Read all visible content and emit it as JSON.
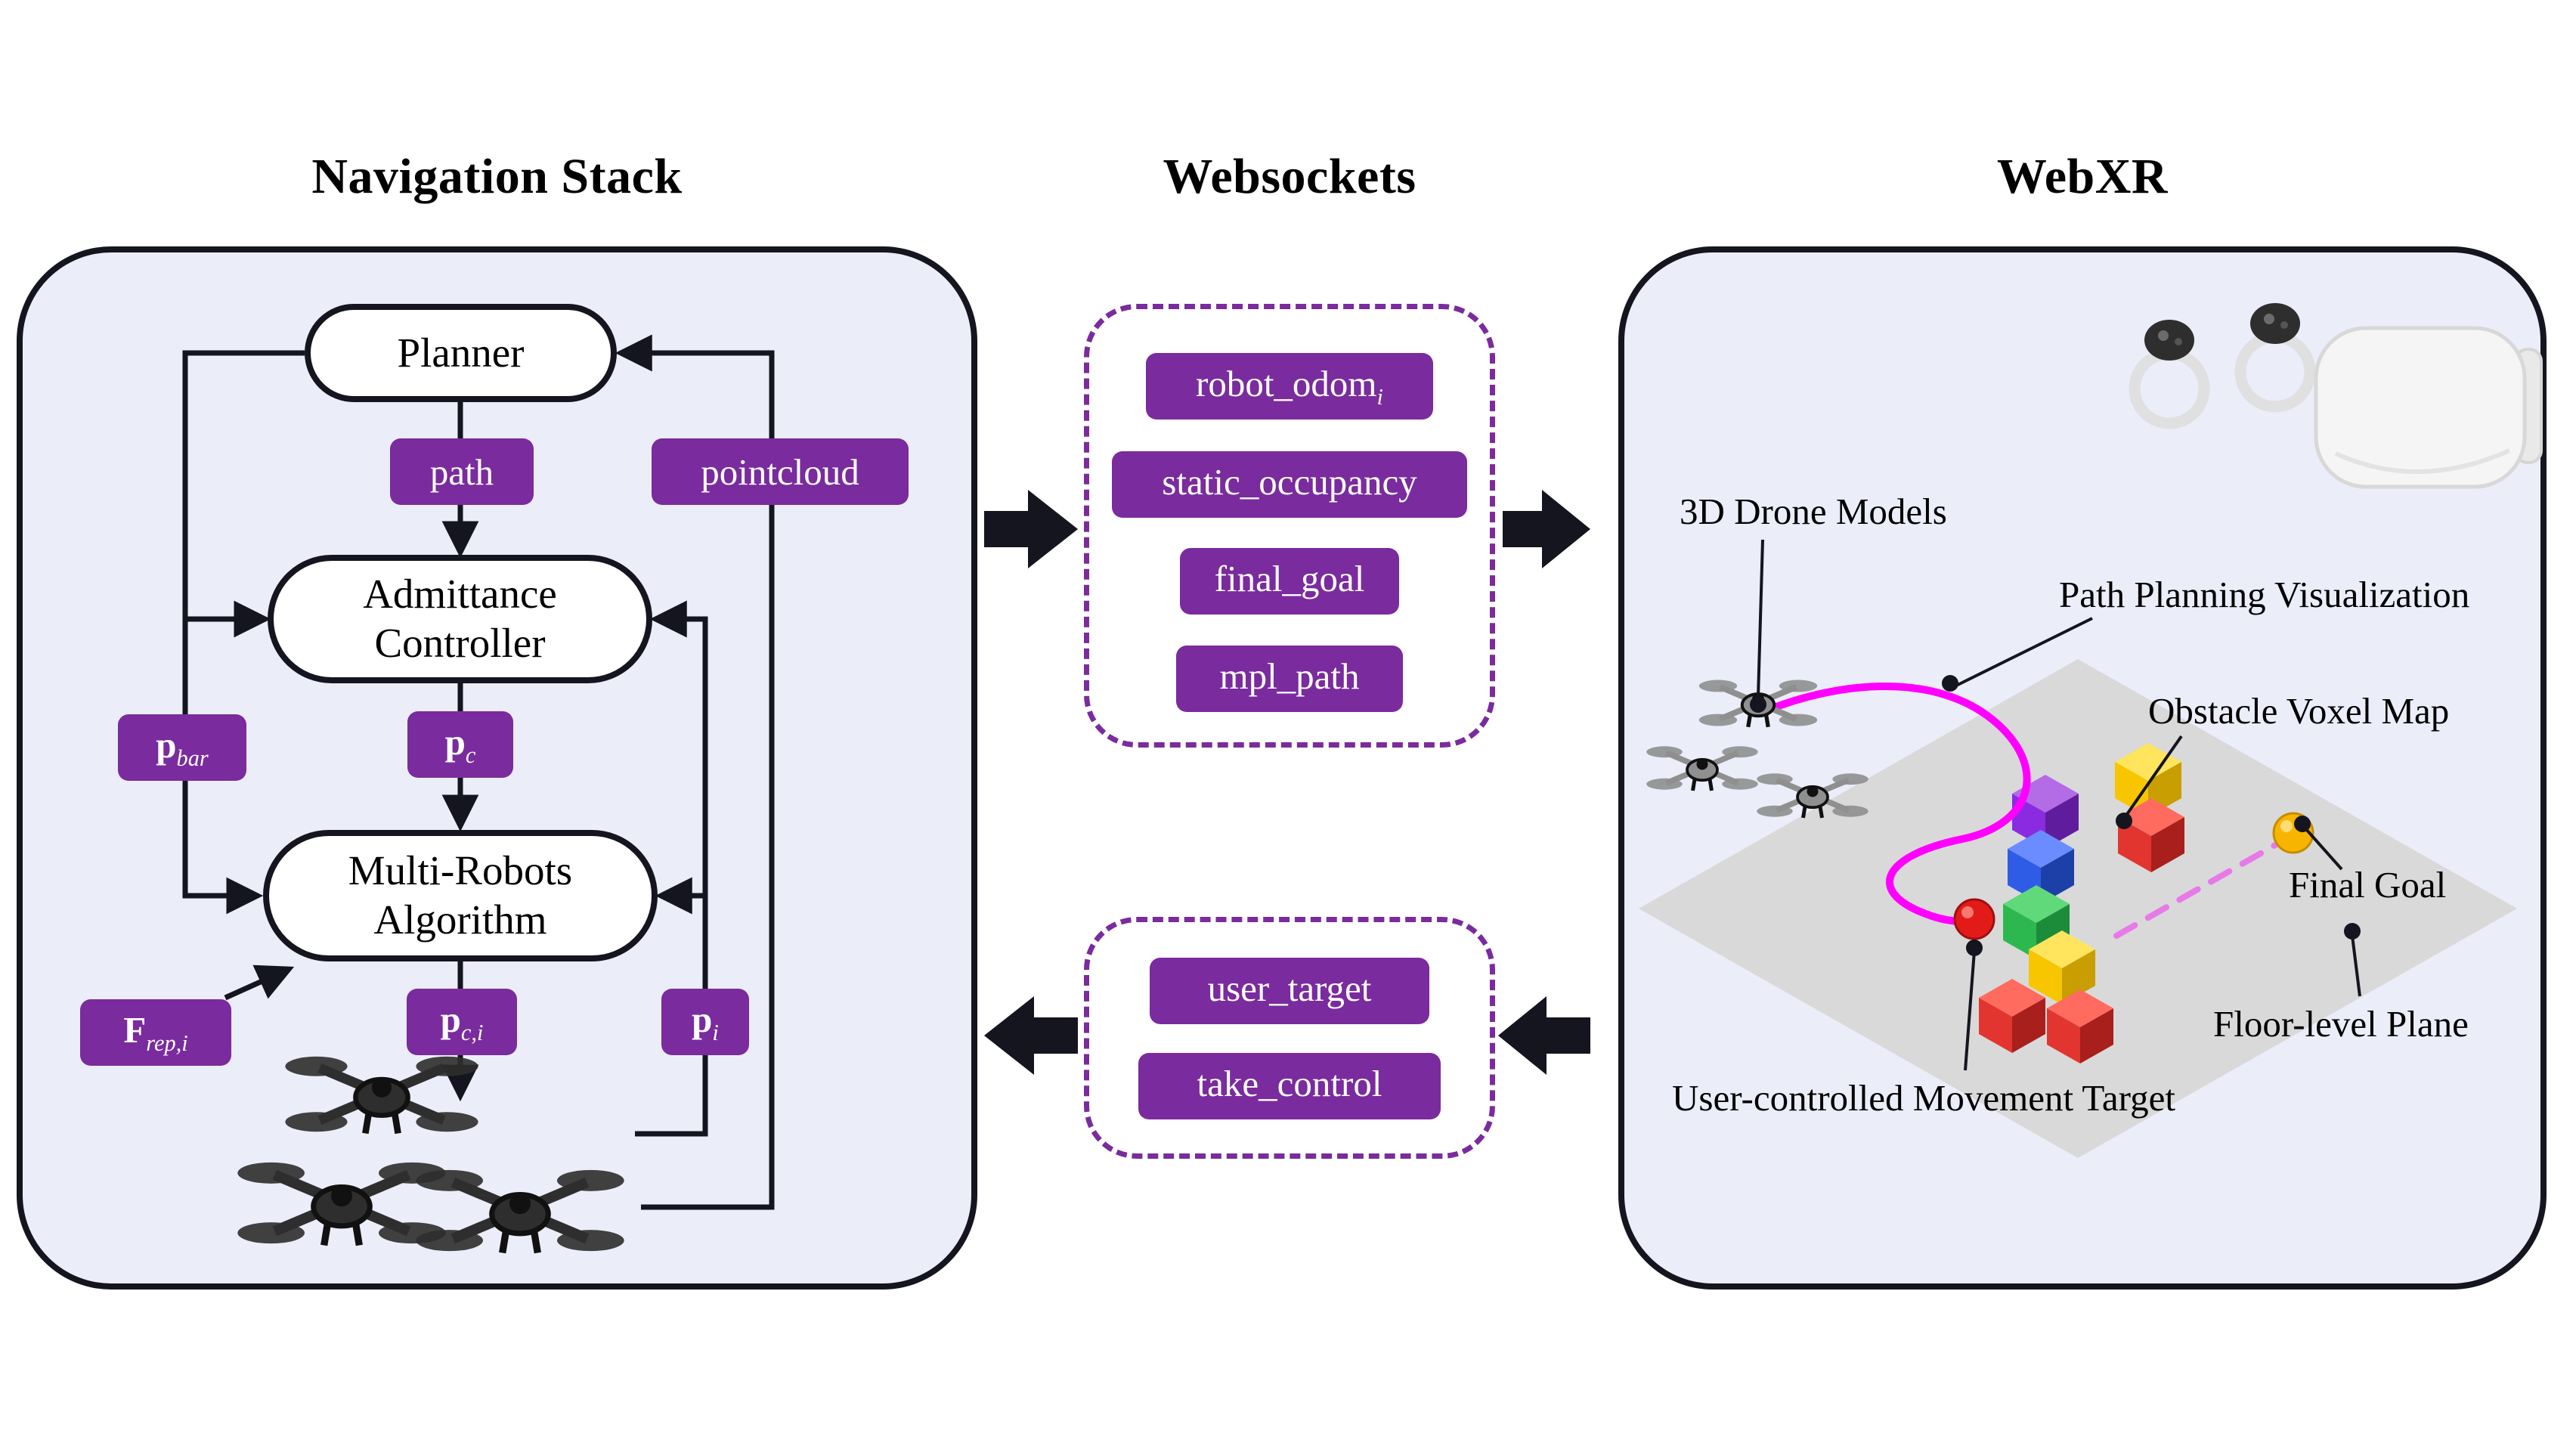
{
  "colors": {
    "badge_purple": "#7A2B9D",
    "dashed_border": "#7A2B9D",
    "panel_fill": "#EBEDF9",
    "outline": "#15151F",
    "path_magenta": "#FF00FF",
    "dashed_path": "#E879E8",
    "floor_fill": "#D9D9D9",
    "voxel_purple": "#8A2BE2",
    "voxel_blue": "#2F5CE6",
    "voxel_green": "#2DB84F",
    "voxel_yellow": "#F7C600",
    "voxel_red": "#E23530",
    "user_target_red": "#E31B18",
    "final_goal_yellow": "#F8B500"
  },
  "navigation_stack": {
    "title": "Navigation Stack",
    "nodes": {
      "planner": "Planner",
      "admittance": "Admittance Controller",
      "multi_robots": "Multi-Robots Algorithm"
    },
    "badges": {
      "path": "path",
      "pointcloud": "pointcloud",
      "p_bar": {
        "base": "p",
        "sub": "bar"
      },
      "p_c": {
        "base": "p",
        "sub": "c"
      },
      "f_rep": {
        "base": "F",
        "sub": "rep,i"
      },
      "p_ci": {
        "base": "p",
        "sub": "c,i"
      },
      "p_i": {
        "base": "p",
        "sub": "i"
      }
    }
  },
  "websockets": {
    "title": "Websockets",
    "to_webxr": [
      {
        "base": "robot_odom",
        "sub": "i"
      },
      {
        "base": "static_occupancy",
        "sub": ""
      },
      {
        "base": "final_goal",
        "sub": ""
      },
      {
        "base": "mpl_path",
        "sub": ""
      }
    ],
    "to_navigation": [
      {
        "base": "user_target",
        "sub": ""
      },
      {
        "base": "take_control",
        "sub": ""
      }
    ]
  },
  "webxr": {
    "title": "WebXR",
    "annotations": [
      "3D Drone Models",
      "Path Planning Visualization",
      "Obstacle Voxel Map",
      "Final Goal",
      "Floor-level Plane",
      "User-controlled Movement Target"
    ]
  }
}
